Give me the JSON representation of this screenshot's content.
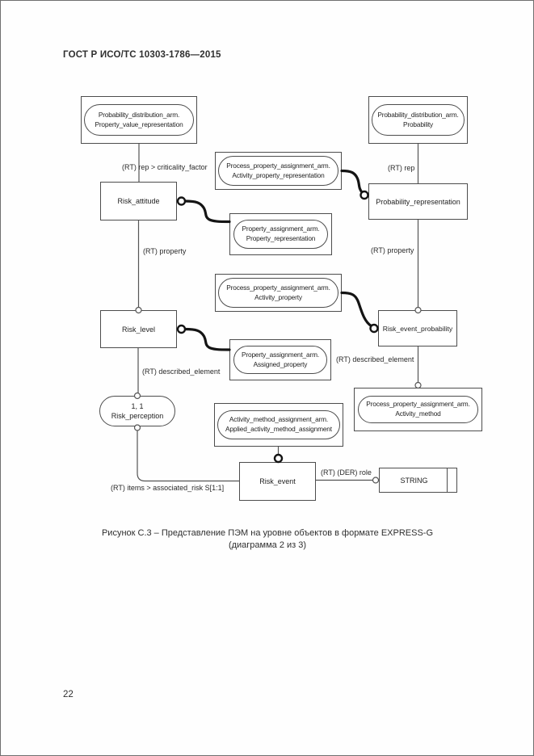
{
  "header": {
    "title": "ГОСТ Р ИСО/ТС 10303-1786—2015"
  },
  "footer": {
    "page_number": "22"
  },
  "caption": {
    "line1": "Рисунок С.3 – Представление ПЭМ на уровне объектов в формате EXPRESS-G",
    "line2": "(диаграмма 2 из 3)"
  },
  "diagram": {
    "boxes": {
      "prob_dist_pvr": {
        "line1": "Probability_distribution_arm.",
        "line2": "Property_value_representation"
      },
      "prob_dist_probability": {
        "line1": "Probability_distribution_arm.",
        "line2": "Probability"
      },
      "risk_attitude": {
        "label": "Risk_attitude"
      },
      "process_prop_assign_apr": {
        "line1": "Process_property_assignment_arm.",
        "line2": "Activity_property_representation"
      },
      "probability_representation": {
        "label": "Probability_representation"
      },
      "prop_assign_pr": {
        "line1": "Property_assignment_arm.",
        "line2": "Property_representation"
      },
      "risk_level": {
        "label": "Risk_level"
      },
      "process_prop_assign_ap": {
        "line1": "Process_property_assignment_arm.",
        "line2": "Activity_property"
      },
      "risk_event_probability": {
        "label": "Risk_event_probability"
      },
      "prop_assign_assigned": {
        "line1": "Property_assignment_arm.",
        "line2": "Assigned_property"
      },
      "risk_perception": {
        "line1": "1, 1",
        "line2": "Risk_perception"
      },
      "process_prop_assign_am": {
        "line1": "Process_property_assignment_arm.",
        "line2": "Activity_method"
      },
      "activity_method_assign": {
        "line1": "Activity_method_assignment_arm.",
        "line2": "Applied_activity_method_assignment"
      },
      "risk_event": {
        "label": "Risk_event"
      },
      "string_type": {
        "label": "STRING"
      }
    },
    "edge_labels": {
      "rep_criticality_factor": "(RT) rep > criticality_factor",
      "rt_rep": "(RT) rep",
      "rt_property_left": "(RT) property",
      "rt_property_right": "(RT) property",
      "rt_described_element_left": "(RT) described_element",
      "rt_described_element_right": "(RT) described_element",
      "rt_items_associated_risk": "(RT) items > associated_risk S[1:1]",
      "rt_der_role": "(RT) (DER) role"
    }
  }
}
